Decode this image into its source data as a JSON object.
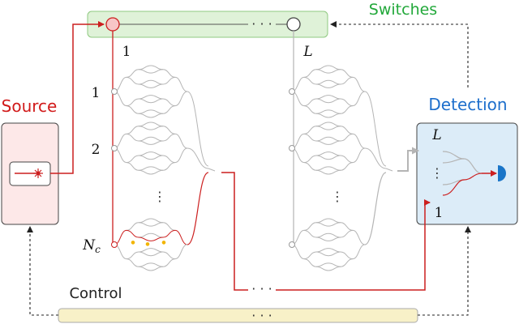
{
  "labels": {
    "source": "Source",
    "switches": "Switches",
    "detection": "Detection",
    "control": "Control"
  },
  "indices": {
    "switch_first": "1",
    "switch_last": "L",
    "chain_1": "1",
    "chain_2": "2",
    "chain_n": "N",
    "chain_n_sub": "c",
    "det_first": "1",
    "det_last": "L"
  },
  "ellipsis_h": "· · ·",
  "ellipsis_v": "⋮",
  "colors": {
    "signal": "#cc1f1f",
    "switch_fill": "#dff2d8",
    "switch_border": "#8fc980",
    "source_fill": "#fde8e8",
    "detection_fill": "#dcecf8",
    "control_fill": "#f8f1c8",
    "waveguide": "#b5b5b5",
    "detector": "#1a75c8",
    "phase_marker": "#f2b400"
  },
  "icons": {
    "laser": "laser-icon",
    "detector": "detector-icon"
  }
}
